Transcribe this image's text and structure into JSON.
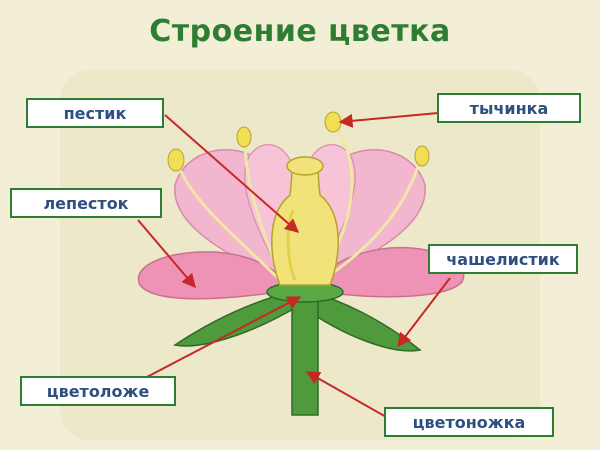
{
  "title": "Строение цветка",
  "labels": {
    "pistil": "пестик",
    "stamen": "тычинка",
    "petal": "лепесток",
    "sepal": "чашелистик",
    "receptacle": "цветоложе",
    "peduncle": "цветоножка"
  },
  "colors": {
    "title": "#2e7d32",
    "label_border": "#2e7d32",
    "label_text": "#2e4f7f",
    "arrow": "#c62828",
    "petal": "#f0a8c4",
    "stem": "#4f9a3c",
    "pistil": "#f2e27a"
  }
}
